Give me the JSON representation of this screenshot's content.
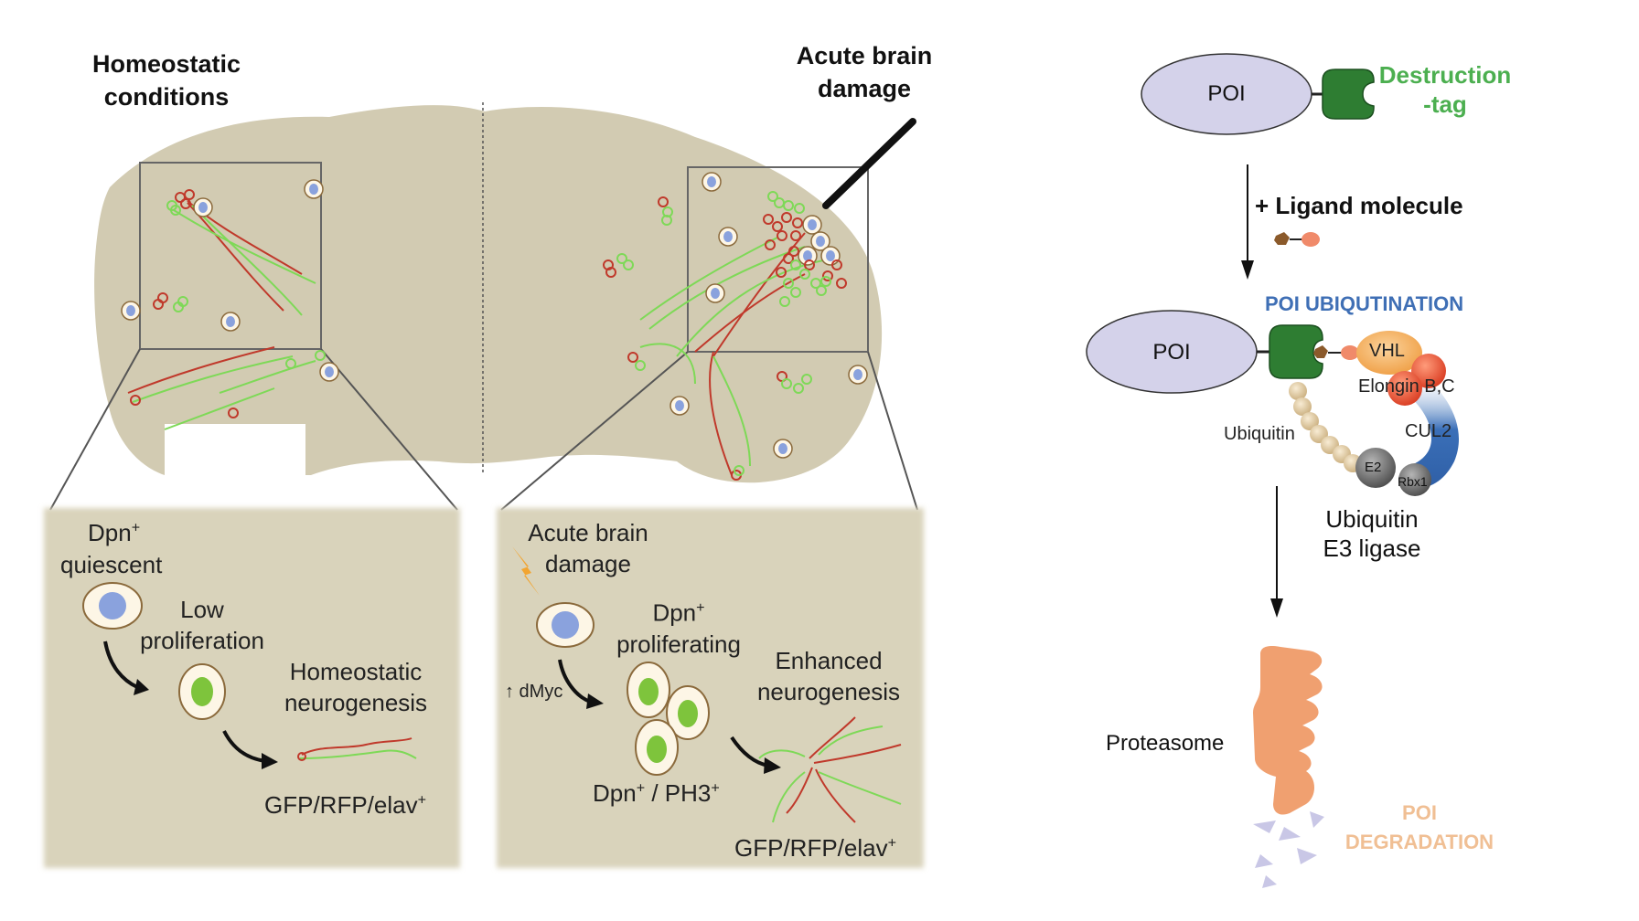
{
  "left_figure": {
    "left_title": [
      "Homeostatic",
      "conditions"
    ],
    "right_title": [
      "Acute brain",
      "damage"
    ],
    "panel_left": {
      "cell_label": "Dpn",
      "cell_label_sup": "+",
      "cell_state": "quiescent",
      "step1": [
        "Low",
        "proliferation"
      ],
      "step2": [
        "Homeostatic",
        "neurogenesis"
      ],
      "marker": "GFP/RFP/elav",
      "marker_sup": "+"
    },
    "panel_right": {
      "trigger": [
        "Acute brain",
        "damage"
      ],
      "dmyc": "↑ dMyc",
      "cell_label": "Dpn",
      "cell_label_sup": "+",
      "cell_state": "proliferating",
      "step2": [
        "Enhanced",
        "neurogenesis"
      ],
      "dpn_ph3_a": "Dpn",
      "dpn_ph3_sup": "+",
      "dpn_ph3_b": " / PH3",
      "dpn_ph3_sup2": "+",
      "marker": "GFP/RFP/elav",
      "marker_sup": "+"
    }
  },
  "right_figure": {
    "poi_top": "POI",
    "destruction_tag": [
      "Destruction",
      "-tag"
    ],
    "ligand": "+ Ligand molecule",
    "ubiquitination": "POI UBIQUTINATION",
    "poi_mid": "POI",
    "vhl": "VHL",
    "elongin": "Elongin B,C",
    "cul2": "CUL2",
    "ubiquitin": "Ubiquitin",
    "e2": "E2",
    "rbx1": "Rbx1",
    "e3_ligase": [
      "Ubiquitin",
      "E3 ligase"
    ],
    "proteasome": "Proteasome",
    "degradation": [
      "POI",
      "DEGRADATION"
    ]
  },
  "colors": {
    "brain": "#d2cbb2",
    "panel": "#d9d3bb",
    "poi": "#d4d2ea",
    "tag": "#2e7d32",
    "tag_text": "#4caf50",
    "ubiq_text": "#3f6fb5",
    "degradation_text": "#f0bf94",
    "proteasome": "#f0a070",
    "vhl": "#f2a24a",
    "elongin": "#e8452c",
    "cul2": "#3a6fb8",
    "ubiquitin_bead": "#e6cfa5",
    "neuron_red": "#c0392b",
    "neuron_green": "#7ed957",
    "nucleus_blue": "#8aa2dd"
  }
}
